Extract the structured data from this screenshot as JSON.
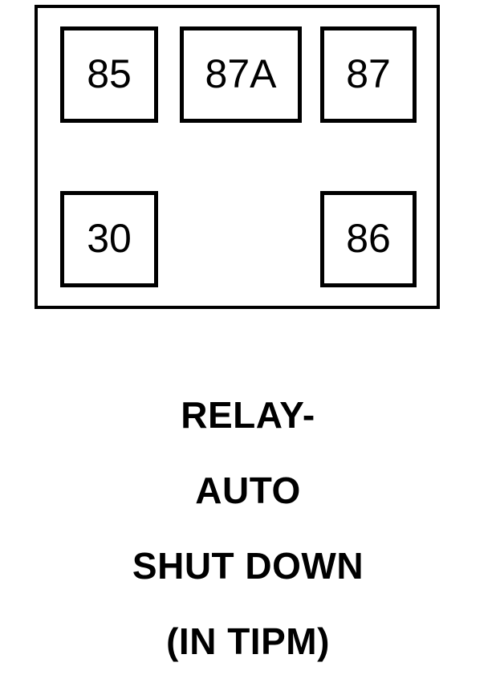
{
  "diagram": {
    "type": "automotive-relay-pinout",
    "background_color": "#ffffff",
    "line_color": "#000000",
    "body": {
      "name": "relay-body-outline"
    },
    "terminals": [
      {
        "id": "pad-85",
        "label": "85",
        "row": "top",
        "column": "left"
      },
      {
        "id": "pad-87a",
        "label": "87A",
        "row": "top",
        "column": "center"
      },
      {
        "id": "pad-87",
        "label": "87",
        "row": "top",
        "column": "right"
      },
      {
        "id": "pad-30",
        "label": "30",
        "row": "bottom",
        "column": "left"
      },
      {
        "id": "pad-86",
        "label": "86",
        "row": "bottom",
        "column": "right"
      }
    ],
    "caption": {
      "lines": [
        "RELAY-",
        "AUTO",
        "SHUT DOWN",
        "(IN TIPM)"
      ],
      "full_text": "RELAY- AUTO SHUT DOWN (IN TIPM)"
    }
  }
}
